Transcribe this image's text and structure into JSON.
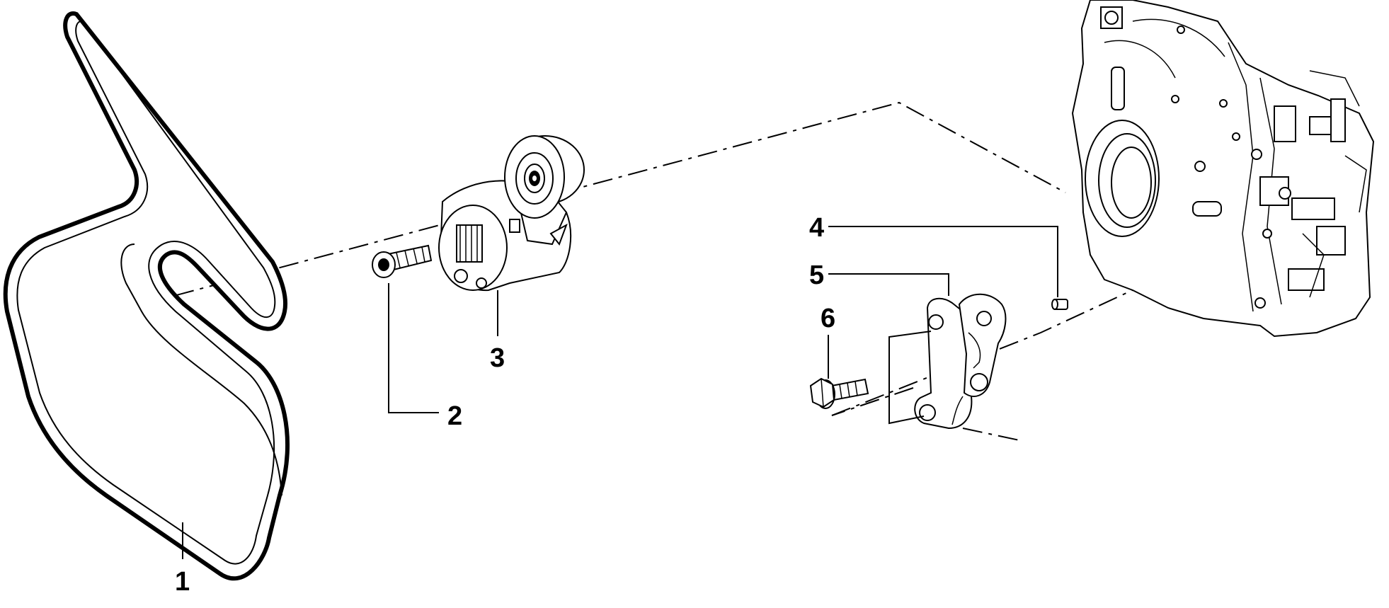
{
  "callouts": {
    "c1": "1",
    "c2": "2",
    "c3": "3",
    "c4": "4",
    "c5": "5",
    "c6": "6"
  },
  "parts": [
    {
      "callout": "1",
      "icon": "serpentine-belt-icon"
    },
    {
      "callout": "2",
      "icon": "socket-head-bolt-icon"
    },
    {
      "callout": "3",
      "icon": "belt-tensioner-pulley-icon"
    },
    {
      "callout": "4",
      "icon": "dowel-pin-icon"
    },
    {
      "callout": "5",
      "icon": "tensioner-bracket-icon"
    },
    {
      "callout": "6",
      "icon": "flange-bolt-icon"
    }
  ],
  "colors": {
    "line": "#000000",
    "background": "#ffffff"
  }
}
